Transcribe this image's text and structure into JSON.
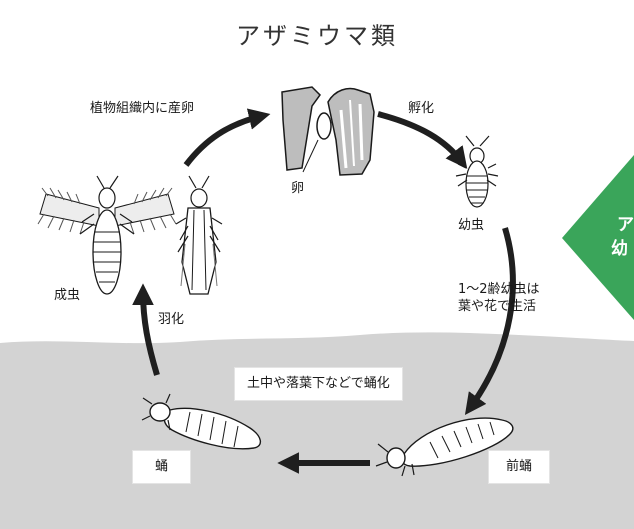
{
  "title": "アザミウマ類",
  "stages": {
    "egg": "卵",
    "larva": "幼虫",
    "prepupa": "前蛹",
    "pupa": "蛹",
    "adult": "成虫"
  },
  "transitions": {
    "oviposition": "植物組織内に産卵",
    "hatching": "孵化",
    "larval_habit_line1": "1～2齢幼虫は",
    "larval_habit_line2": "葉や花で生活",
    "pupation": "土中や落葉下などで蛹化",
    "emergence": "羽化"
  },
  "side_badge": {
    "line1": "ア",
    "line2": "幼",
    "color": "#3aa55a"
  },
  "colors": {
    "ground": "#d3d3d3",
    "arrow": "#1f1f1f"
  }
}
